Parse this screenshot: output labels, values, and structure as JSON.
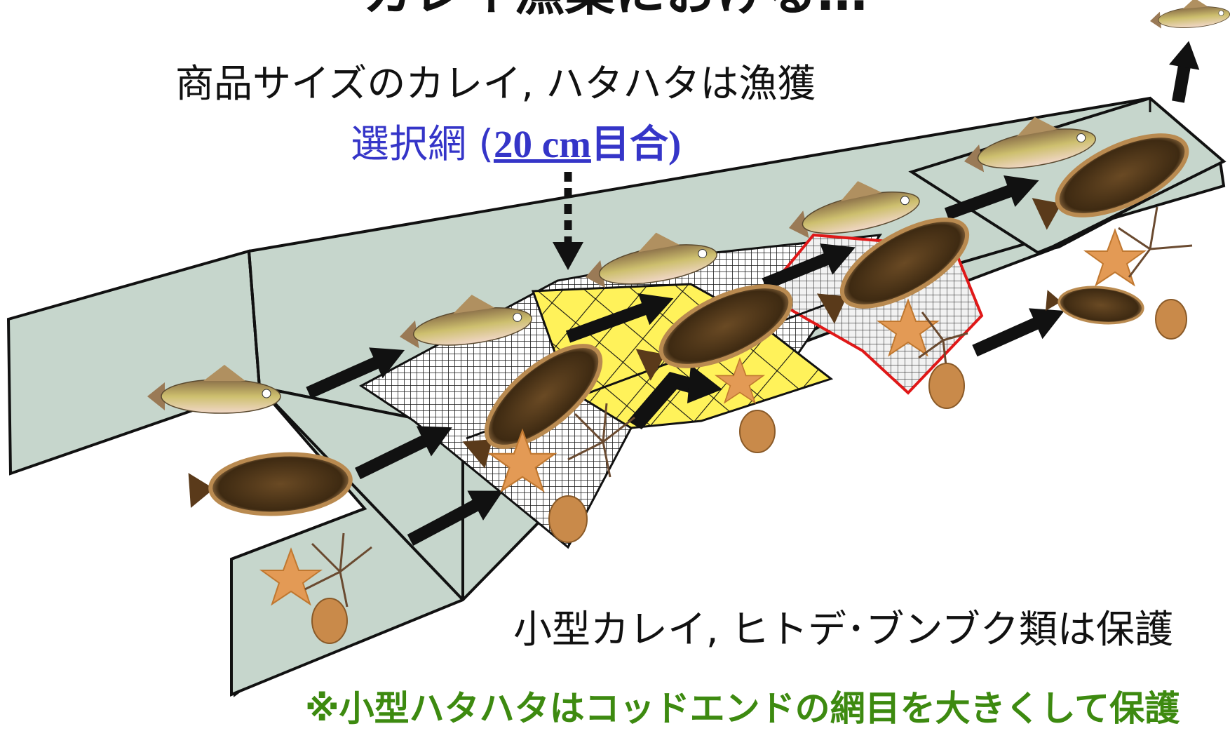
{
  "title": "カレイ漁業における…",
  "caption_top": "商品サイズのカレイ, ハタハタは漁獲",
  "selective_net": {
    "prefix": "選択網 (",
    "mesh": "20 cm",
    "mesh_word": "目合",
    "suffix": ")"
  },
  "caption_bottom": "小型カレイ, ヒトデ･ブンブク類は保護",
  "note": "※小型ハタハタはコッドエンドの網目を大きくして保護",
  "colors": {
    "net_fill": "#c6d6cc",
    "selective_panel": "#fff25a",
    "escape_panel_border": "#e01818",
    "label_blue": "#3535c8",
    "note_green": "#3d8a10"
  }
}
